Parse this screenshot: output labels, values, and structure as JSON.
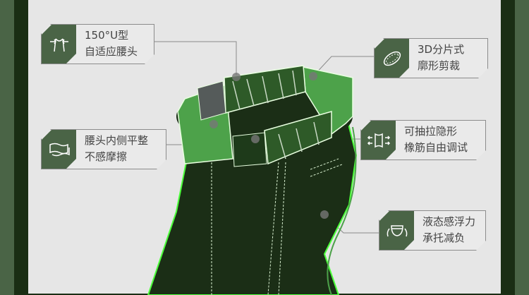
{
  "callouts": [
    {
      "icon": "u-waist-icon",
      "line1": "150°U型",
      "line2": "自适应腰头"
    },
    {
      "icon": "ring-3d-icon",
      "line1": "3D分片式",
      "line2": "廓形剪裁"
    },
    {
      "icon": "flat-fabric-icon",
      "line1": "腰头内侧平整",
      "line2": "不感摩擦"
    },
    {
      "icon": "stretch-elastic-icon",
      "line1": "可抽拉隐形",
      "line2": "橡筋自由调试"
    },
    {
      "icon": "support-cup-icon",
      "line1": "液态感浮力",
      "line2": "承托减负"
    }
  ],
  "colors": {
    "accent": "#4a6446",
    "dark": "#1a2e14",
    "band": "#4da24a",
    "glow": "#5cff4a"
  }
}
